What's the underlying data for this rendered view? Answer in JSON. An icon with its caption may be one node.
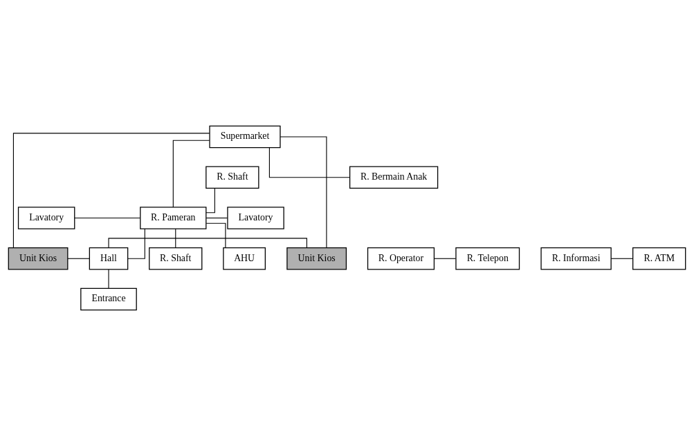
{
  "diagram": {
    "nodes": [
      {
        "text": [
          "Supermarket"
        ]
      },
      {
        "text": [
          "R. Shaft"
        ]
      },
      {
        "text": [
          "R. Bermain Anak"
        ]
      },
      {
        "text": [
          "Lavatory"
        ]
      },
      {
        "text": [
          "R. Pameran"
        ]
      },
      {
        "text": [
          "Lavatory"
        ]
      },
      {
        "text": [
          "R. Operator"
        ]
      },
      {
        "text": [
          "R. Telepon"
        ]
      },
      {
        "text": [
          "R. Shaft"
        ]
      },
      {
        "text": [
          "R. Informasi"
        ]
      },
      {
        "text": [
          "R. ATM"
        ]
      },
      {
        "text": [
          "AHU"
        ]
      },
      {
        "text": [
          "Unit Kios"
        ]
      },
      {
        "text": [
          "Hall"
        ]
      },
      {
        "text": [
          "Unit Kios"
        ]
      },
      {
        "text": [
          "Entrance"
        ]
      }
    ],
    "edges": [
      {
        "from": 0,
        "to": 2,
        "arrow": "none"
      },
      {
        "from": 0,
        "to": 4,
        "arrow": "none"
      },
      {
        "from": 0,
        "to": 12,
        "arrow": "none"
      },
      {
        "from": 0,
        "to": 14,
        "arrow": "none"
      },
      {
        "from": 1,
        "to": 4,
        "arrow": "none"
      },
      {
        "from": 3,
        "to": 4,
        "arrow": "none"
      },
      {
        "from": 4,
        "to": 5,
        "arrow": "none"
      },
      {
        "from": 4,
        "to": 8,
        "arrow": "none"
      },
      {
        "from": 4,
        "to": 11,
        "arrow": "none"
      },
      {
        "from": 4,
        "to": 13,
        "arrow": "none"
      },
      {
        "from": 6,
        "to": 7,
        "arrow": "none"
      },
      {
        "from": 9,
        "to": 10,
        "arrow": "none"
      },
      {
        "from": 12,
        "to": 13,
        "arrow": "none"
      },
      {
        "from": 13,
        "to": 14,
        "arrow": "none"
      },
      {
        "from": 13,
        "to": 15,
        "arrow": "none"
      }
    ]
  }
}
